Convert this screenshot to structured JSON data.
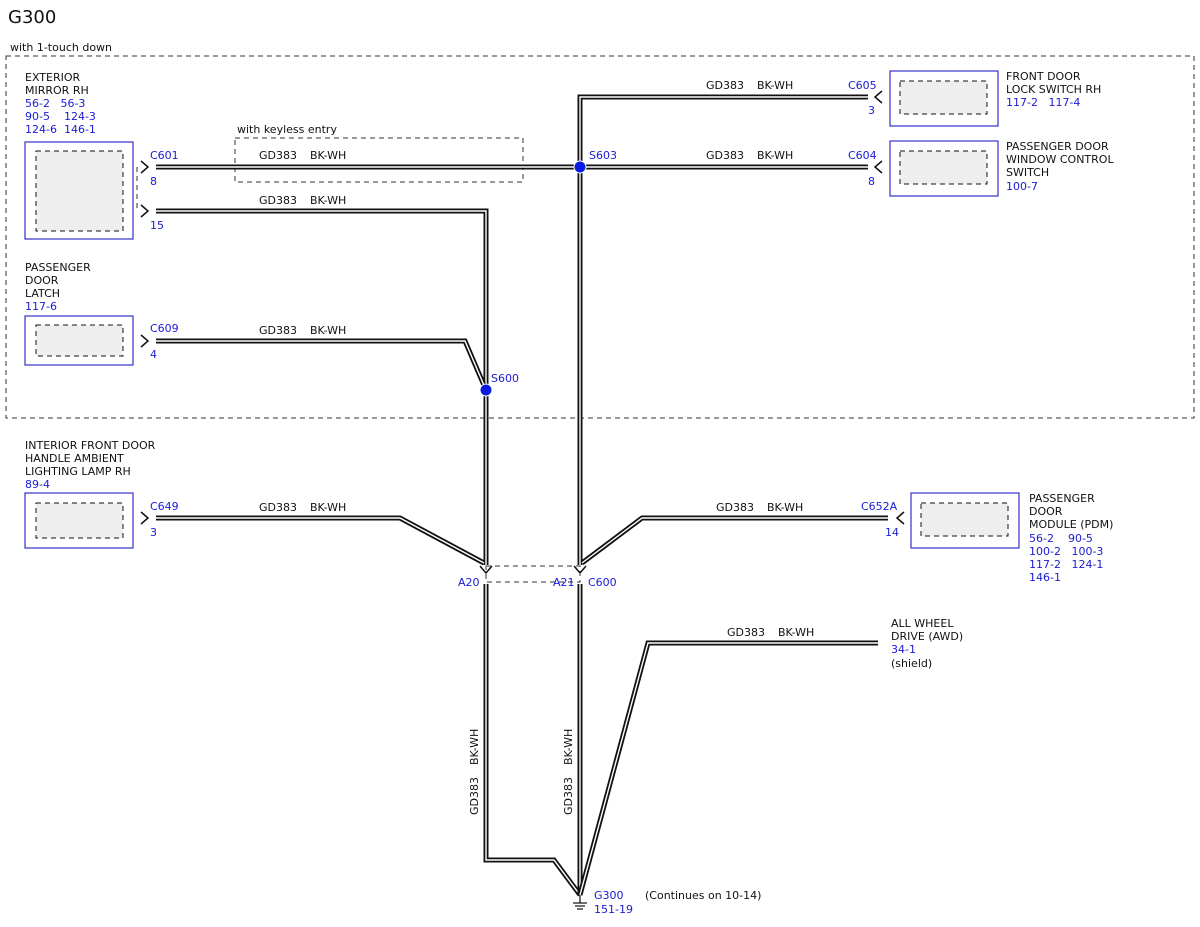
{
  "title": "G300",
  "regions": {
    "one_touch": "with 1-touch down",
    "keyless": "with keyless entry"
  },
  "wire": {
    "circuit": "GD383",
    "color": "BK-WH"
  },
  "components": {
    "mirror": {
      "lines": [
        "EXTERIOR",
        "MIRROR RH"
      ],
      "refs": [
        "56-2   56-3",
        "90-5    124-3",
        "124-6  146-1"
      ]
    },
    "latch": {
      "lines": [
        "PASSENGER",
        "DOOR",
        "LATCH"
      ],
      "refs": [
        "117-6"
      ]
    },
    "ambient": {
      "lines": [
        "INTERIOR FRONT DOOR",
        "HANDLE AMBIENT",
        "LIGHTING LAMP RH"
      ],
      "refs": [
        "89-4"
      ]
    },
    "lock_switch": {
      "lines": [
        "FRONT DOOR",
        "LOCK SWITCH RH"
      ],
      "refs": [
        "117-2   117-4"
      ]
    },
    "window_switch": {
      "lines": [
        "PASSENGER DOOR",
        "WINDOW CONTROL",
        "SWITCH"
      ],
      "refs": [
        "100-7"
      ]
    },
    "pdm": {
      "lines": [
        "PASSENGER",
        "DOOR",
        "MODULE (PDM)"
      ],
      "refs": [
        "56-2    90-5",
        "100-2   100-3",
        "117-2   124-1",
        "146-1"
      ]
    },
    "awd": {
      "lines": [
        "ALL WHEEL",
        "DRIVE (AWD)"
      ],
      "refs": [
        "34-1"
      ],
      "note": "(shield)"
    }
  },
  "connectors": {
    "c601": "C601",
    "c601_pin_a": "8",
    "c601_pin_b": "15",
    "c609": "C609",
    "c609_pin": "4",
    "c649": "C649",
    "c649_pin": "3",
    "c605": "C605",
    "c605_pin": "3",
    "c604": "C604",
    "c604_pin": "8",
    "c652a": "C652A",
    "c652a_pin": "14",
    "c600": "C600",
    "a20": "A20",
    "a21": "A21"
  },
  "splices": {
    "s603": "S603",
    "s600": "S600"
  },
  "ground": {
    "label": "G300",
    "ref": "151-19",
    "note": "(Continues on 10-14)"
  },
  "colors": {
    "splice": "#0a1be0",
    "reference": "#1a1ad6",
    "component_border": "#3333cc"
  }
}
